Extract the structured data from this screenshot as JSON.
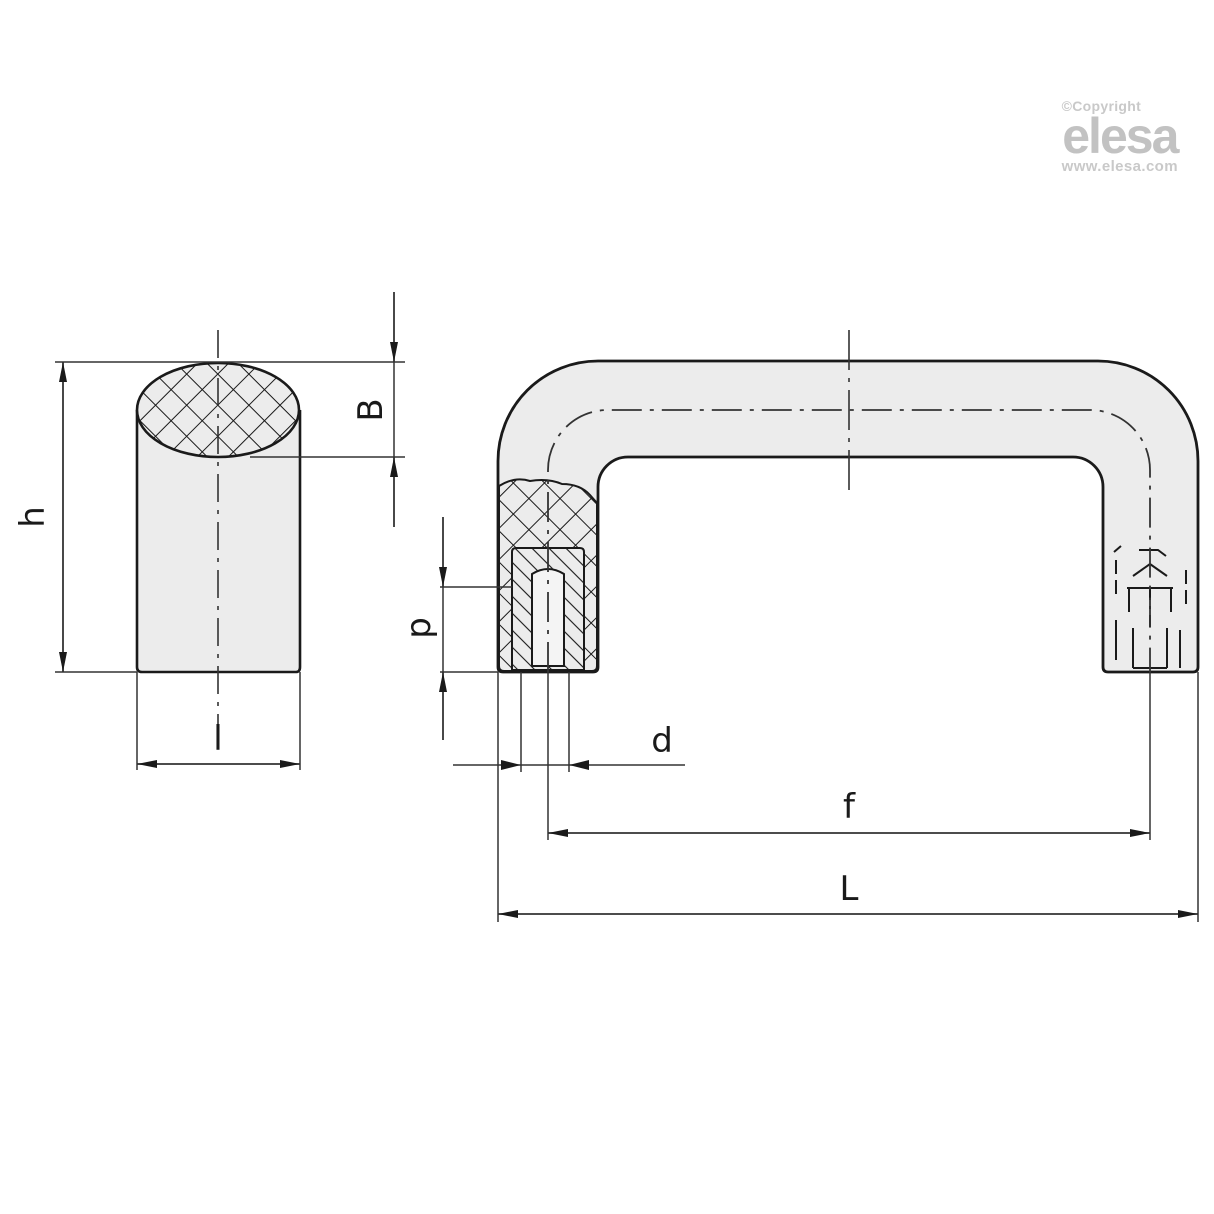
{
  "watermark": {
    "copyright": "©Copyright",
    "brand": "elesa",
    "url": "www.elesa.com"
  },
  "dimensions": {
    "h": "h",
    "l": "l",
    "B": "B",
    "p": "p",
    "d": "d",
    "f": "f",
    "L": "L"
  },
  "colors": {
    "body_fill": "#ececec",
    "outline": "#1a1a1a",
    "dim_line": "#3a3a3a",
    "watermark": "#c4c4c4"
  }
}
